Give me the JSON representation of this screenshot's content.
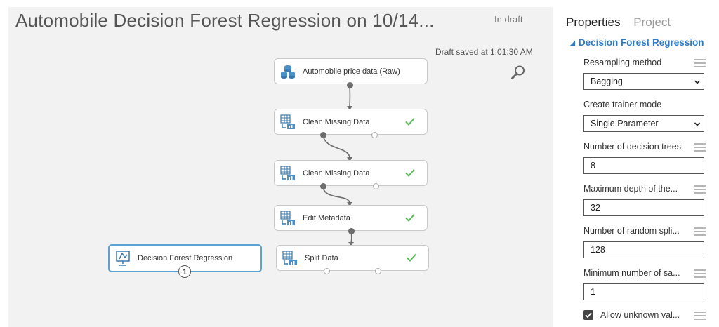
{
  "experiment": {
    "title": "Automobile Decision Forest Regression on 10/14...",
    "status": "In draft",
    "saved_text": "Draft saved at 1:01:30 AM"
  },
  "canvas": {
    "modules": [
      {
        "label": "Automobile price data (Raw)",
        "icon": "dataset-icon"
      },
      {
        "label": "Clean Missing Data",
        "icon": "module-icon",
        "status": "completed-check-icon"
      },
      {
        "label": "Clean Missing Data",
        "icon": "module-icon",
        "status": "completed-check-icon"
      },
      {
        "label": "Edit Metadata",
        "icon": "module-icon",
        "status": "completed-check-icon"
      },
      {
        "label": "Split Data",
        "icon": "module-icon",
        "status": "completed-check-icon"
      },
      {
        "label": "Decision Forest Regression",
        "icon": "trainer-icon",
        "badge": "1"
      }
    ]
  },
  "panel": {
    "tabs": [
      {
        "label": "Properties",
        "active": true
      },
      {
        "label": "Project",
        "active": false
      }
    ],
    "section_title": "Decision Forest Regression",
    "properties": [
      {
        "label": "Resampling method",
        "type": "select",
        "value": "Bagging"
      },
      {
        "label": "Create trainer mode",
        "type": "select",
        "value": "Single Parameter"
      },
      {
        "label": "Number of decision trees",
        "type": "text",
        "value": "8"
      },
      {
        "label": "Maximum depth of the...",
        "type": "text",
        "value": "32"
      },
      {
        "label": "Number of random spli...",
        "type": "text",
        "value": "128"
      },
      {
        "label": "Minimum number of sa...",
        "type": "text",
        "value": "1"
      }
    ],
    "checkbox": {
      "label": "Allow unknown val...",
      "checked": true
    }
  },
  "colors": {
    "accent": "#2f7ac2",
    "selected_border": "#5ea0d2",
    "check_green": "#5cb85c",
    "canvas_bg": "#f2f2f2"
  }
}
